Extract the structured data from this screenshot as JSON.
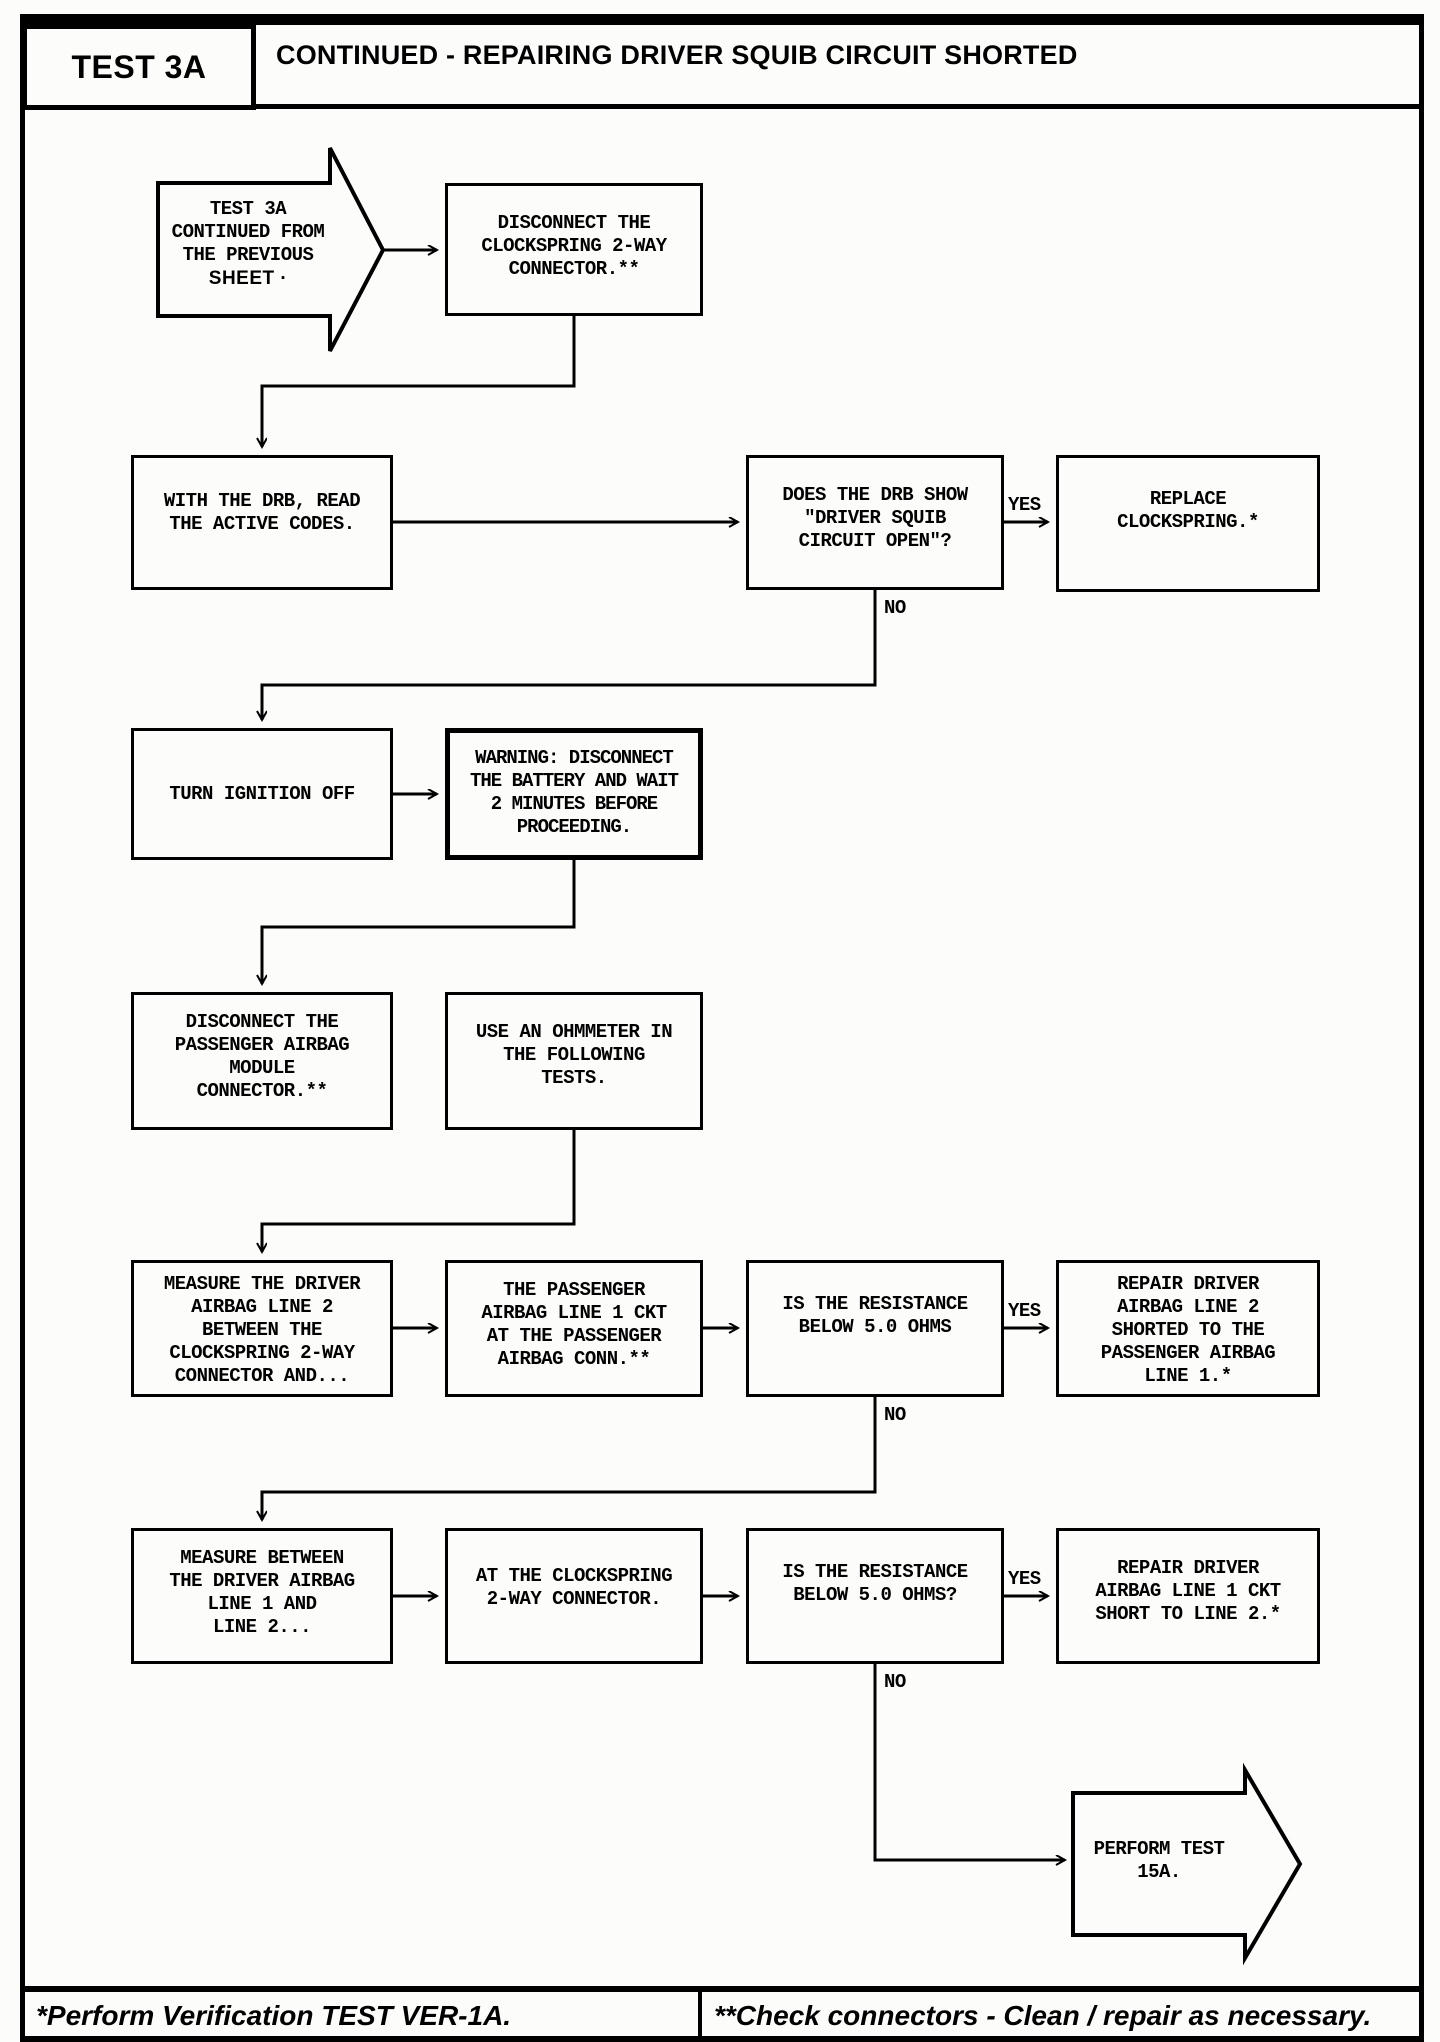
{
  "header": {
    "test_label": "TEST 3A",
    "title": "CONTINUED - REPAIRING DRIVER SQUIB CIRCUIT SHORTED"
  },
  "flowchart": {
    "nodes": [
      {
        "id": "continued-from-previous-sheet",
        "type": "offpage-in-arrow",
        "text": "TEST 3A\nCONTINUED FROM\nTHE PREVIOUS",
        "subtext": "SHEET ·"
      },
      {
        "id": "disconnect-clockspring",
        "type": "process",
        "text": "DISCONNECT THE\nCLOCKSPRING 2-WAY\nCONNECTOR.**"
      },
      {
        "id": "read-active-codes",
        "type": "process",
        "text": "WITH THE DRB, READ\nTHE ACTIVE CODES."
      },
      {
        "id": "drb-show-driver-squib-open",
        "type": "decision",
        "text": "DOES THE DRB SHOW\n\"DRIVER SQUIB\nCIRCUIT OPEN\"?"
      },
      {
        "id": "replace-clockspring",
        "type": "action",
        "text": "REPLACE\nCLOCKSPRING.*"
      },
      {
        "id": "turn-ignition-off",
        "type": "process",
        "text": "TURN IGNITION OFF"
      },
      {
        "id": "warning-disconnect-battery",
        "type": "warning",
        "text": "WARNING: DISCONNECT\nTHE BATTERY AND WAIT\n2 MINUTES BEFORE\nPROCEEDING."
      },
      {
        "id": "disconnect-passenger-airbag-module",
        "type": "process",
        "text": "DISCONNECT THE\nPASSENGER AIRBAG\nMODULE\nCONNECTOR.**"
      },
      {
        "id": "use-ohmmeter",
        "type": "note",
        "text": "USE AN OHMMETER IN\nTHE FOLLOWING\nTESTS."
      },
      {
        "id": "measure-driver-airbag-line2",
        "type": "process",
        "text": "MEASURE THE DRIVER\nAIRBAG LINE 2\nBETWEEN THE\nCLOCKSPRING 2-WAY\nCONNECTOR AND..."
      },
      {
        "id": "passenger-airbag-line1-ckt",
        "type": "process",
        "text": "THE PASSENGER\nAIRBAG LINE 1 CKT\nAT THE PASSENGER\nAIRBAG CONN.**"
      },
      {
        "id": "resistance-below-5-ohms",
        "type": "decision",
        "text": "IS THE RESISTANCE\nBELOW 5.0 OHMS"
      },
      {
        "id": "repair-line2-shorted-to-passenger-line1",
        "type": "action",
        "text": "REPAIR DRIVER\nAIRBAG LINE 2\nSHORTED TO THE\nPASSENGER AIRBAG\nLINE 1.*"
      },
      {
        "id": "measure-between-line1-line2",
        "type": "process",
        "text": "MEASURE BETWEEN\nTHE DRIVER AIRBAG\nLINE 1 AND\nLINE 2..."
      },
      {
        "id": "at-clockspring-connector",
        "type": "process",
        "text": "AT THE CLOCKSPRING\n2-WAY CONNECTOR."
      },
      {
        "id": "resistance-below-5-ohms-2",
        "type": "decision",
        "text": "IS THE RESISTANCE\nBELOW 5.0 OHMS?"
      },
      {
        "id": "repair-line1-short-to-line2",
        "type": "action",
        "text": "REPAIR DRIVER\nAIRBAG LINE 1 CKT\nSHORT TO LINE 2.*"
      },
      {
        "id": "perform-test-15a",
        "type": "offpage-out-arrow",
        "text": "PERFORM TEST\n15A."
      }
    ],
    "edge_labels": [
      {
        "id": "yes-1",
        "text": "YES"
      },
      {
        "id": "no-1",
        "text": "NO"
      },
      {
        "id": "yes-2",
        "text": "YES"
      },
      {
        "id": "no-2",
        "text": "NO"
      },
      {
        "id": "yes-3",
        "text": "YES"
      },
      {
        "id": "no-3",
        "text": "NO"
      }
    ]
  },
  "footer": {
    "left_note": "*Perform Verification TEST VER-1A.",
    "right_note": "**Check connectors - Clean / repair as necessary."
  },
  "colors": {
    "ink": "#000000",
    "paper": "#fcfcfa"
  }
}
